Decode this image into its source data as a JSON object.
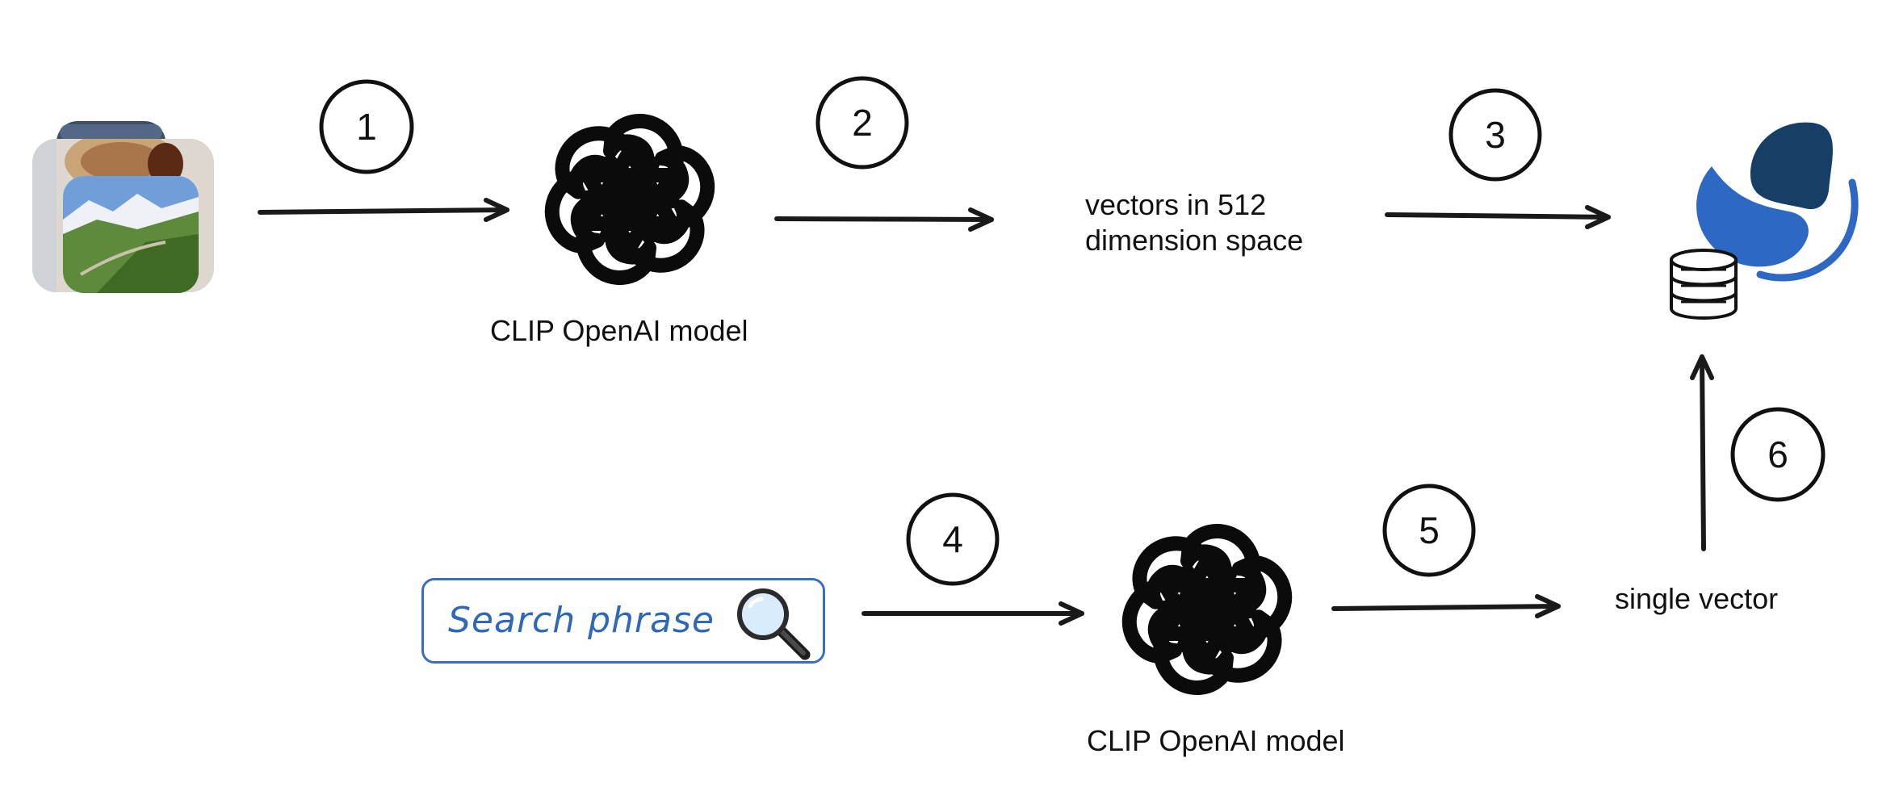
{
  "steps": [
    {
      "number": "1"
    },
    {
      "number": "2"
    },
    {
      "number": "3"
    },
    {
      "number": "4"
    },
    {
      "number": "5"
    },
    {
      "number": "6"
    }
  ],
  "labels": {
    "model_top": "CLIP OpenAI model",
    "vectors_line1": "vectors in 512",
    "vectors_line2": "dimension space",
    "search_phrase": "Search phrase",
    "model_bottom": "CLIP OpenAI model",
    "single_vector": "single vector"
  },
  "icons": {
    "photos": "photo-stack-icon",
    "model": "openai-logo-icon",
    "database": "vector-database-icon",
    "search": "magnifying-glass-icon"
  },
  "colors": {
    "ink": "#111111",
    "search_blue": "#2f68b8",
    "db_logo_dark": "#173f66",
    "db_logo_blue": "#2c68c4"
  }
}
